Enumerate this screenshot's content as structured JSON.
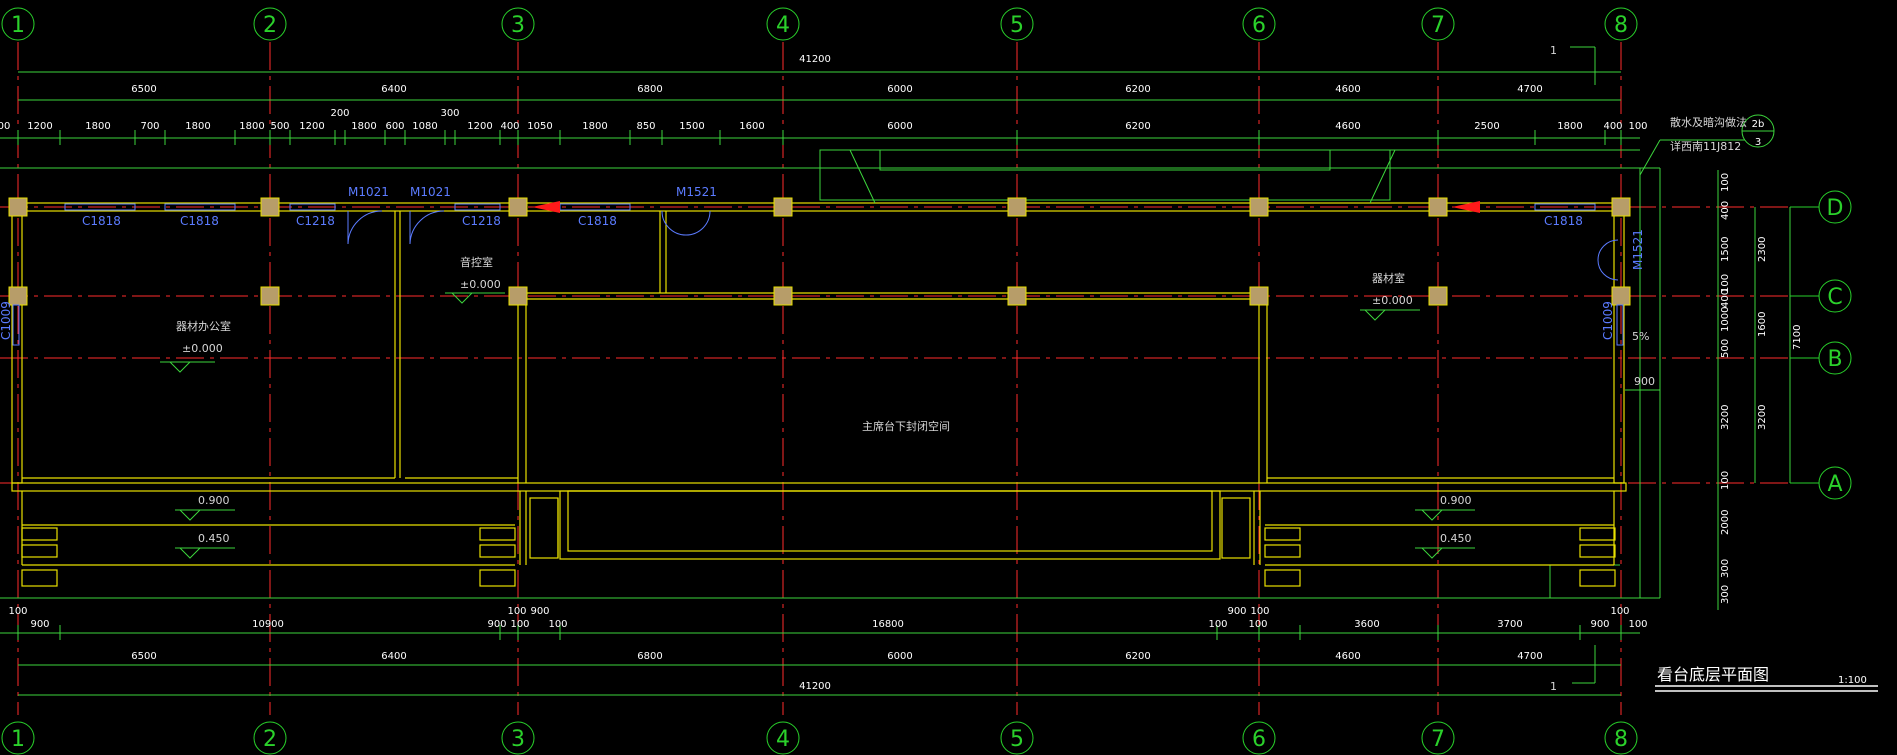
{
  "colors": {
    "background": "#000000",
    "grid_line": "#ff2b2b",
    "grid_bubble": "#29d12b",
    "dimension": "#3cd53c",
    "wall": "#e8e000",
    "column": "#b79d69",
    "window": "#5b7bff",
    "text": "#ffffff",
    "arrow": "#ff1a1a"
  },
  "grids": {
    "vertical": [
      {
        "id": "1",
        "label": "1"
      },
      {
        "id": "2",
        "label": "2"
      },
      {
        "id": "3",
        "label": "3"
      },
      {
        "id": "4",
        "label": "4"
      },
      {
        "id": "5",
        "label": "5"
      },
      {
        "id": "6",
        "label": "6"
      },
      {
        "id": "7",
        "label": "7"
      },
      {
        "id": "8",
        "label": "8"
      }
    ],
    "horizontal": [
      {
        "id": "D",
        "label": "D"
      },
      {
        "id": "C",
        "label": "C"
      },
      {
        "id": "B",
        "label": "B"
      },
      {
        "id": "A",
        "label": "A"
      }
    ]
  },
  "dims": {
    "top_total": "41200",
    "top_bays": [
      "6500",
      "6400",
      "6800",
      "6000",
      "6200",
      "4600",
      "4700"
    ],
    "top_detail": [
      "1200",
      "1800",
      "700",
      "1800",
      "1800",
      "500",
      "1200",
      "1800",
      "600",
      "1080",
      "1200",
      "400",
      "1050",
      "1800",
      "850",
      "1500",
      "1600",
      "6000",
      "6200",
      "4600",
      "2500",
      "1800",
      "400",
      "100"
    ],
    "top_small": [
      "200",
      "300",
      "00"
    ],
    "bottom_detail": [
      "900",
      "10900",
      "900",
      "100",
      "100",
      "16800",
      "100",
      "100",
      "3600",
      "3700",
      "900",
      "100"
    ],
    "bottom_small_upper": [
      "100",
      "100",
      "900",
      "900",
      "100",
      "100"
    ],
    "bottom_bays": [
      "6500",
      "6400",
      "6800",
      "6000",
      "6200",
      "4600",
      "4700"
    ],
    "bottom_total": "41200",
    "right_inner": [
      "100",
      "400",
      "1500",
      "100",
      "400",
      "1000",
      "500",
      "3200",
      "100",
      "2000",
      "300",
      "300"
    ],
    "right_mid": [
      "2300",
      "1600",
      "3200"
    ],
    "right_outer": "7100"
  },
  "labels": {
    "windows": [
      "C1818",
      "C1818",
      "C1218",
      "C1218",
      "C1818",
      "C1818",
      "C1009",
      "C1009"
    ],
    "doors": [
      "M1021",
      "M1021",
      "M1521",
      "M1521"
    ],
    "room_left": "器材办公室",
    "room_music": "音控室",
    "room_right": "器材室",
    "room_main": "主席台下封闭空间",
    "level_zero": "±0.000",
    "level_zero_2": "±0.000",
    "level_zero_3": "±0.000",
    "level_900": "0.900",
    "level_450": "0.450",
    "level_900_r": "0.900",
    "level_450_r": "0.450",
    "slope": "5%",
    "drain_note_1": "散水及暗沟做法",
    "drain_note_2": "详西南11J812",
    "drain_ref_top": "2b",
    "drain_ref_bottom": "3",
    "section_mark": "1",
    "dim_900": "900",
    "title": "看台底层平面图",
    "scale": "1:100"
  }
}
